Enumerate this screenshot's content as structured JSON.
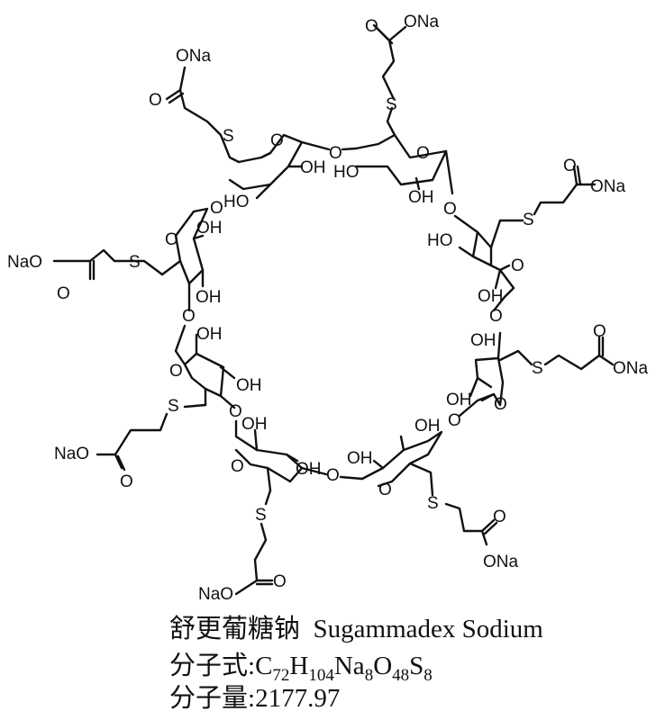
{
  "compound": {
    "name_cn": "舒更葡糖钠",
    "name_en": "Sugammadex Sodium",
    "formula_label": "分子式:",
    "formula_parts": [
      {
        "el": "C",
        "n": "72"
      },
      {
        "el": "H",
        "n": "104"
      },
      {
        "el": "Na",
        "n": "8"
      },
      {
        "el": "O",
        "n": "48"
      },
      {
        "el": "S",
        "n": "8"
      }
    ],
    "mw_label": "分子量:",
    "mw_value": "2177.97"
  },
  "atom_labels": {
    "ona": "ONa",
    "nao": "NaO",
    "o": "O",
    "s": "S",
    "oh": "OH",
    "ho": "HO"
  },
  "colors": {
    "ink": "#111111",
    "background": "#ffffff"
  }
}
